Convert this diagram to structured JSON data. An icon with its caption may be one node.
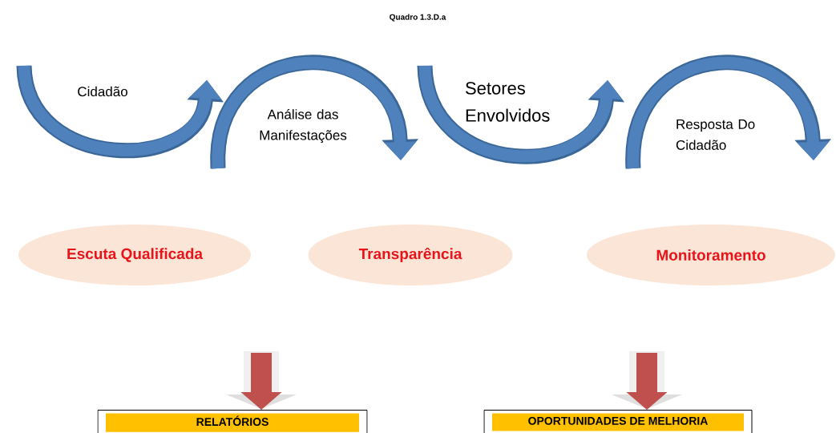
{
  "diagram": {
    "title": "Quadro 1.3.D.a",
    "nodes": [
      {
        "text": [
          "Cidadão"
        ]
      },
      {
        "text": [
          "Análise das Manifestações"
        ]
      },
      {
        "text": [
          "Setores Envolvidos"
        ]
      },
      {
        "text": [
          "Resposta Do Cidadão"
        ]
      },
      {
        "text": [
          "Escuta Qualificada"
        ]
      },
      {
        "text": [
          "Transparência"
        ]
      },
      {
        "text": [
          "Monitoramento"
        ]
      },
      {
        "text": [
          "RELATÓRIOS"
        ]
      },
      {
        "text": [
          "OPORTUNIDADES DE MELHORIA"
        ]
      }
    ],
    "edges": [
      {
        "from": null,
        "to": 7,
        "arrow": "to"
      },
      {
        "from": null,
        "to": 8,
        "arrow": "to"
      }
    ]
  }
}
